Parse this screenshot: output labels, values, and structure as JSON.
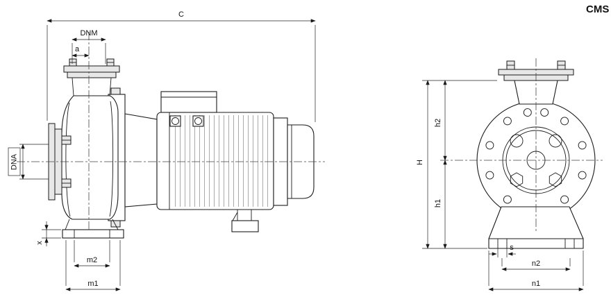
{
  "title": "CMS",
  "colors": {
    "ink": "#1a1a1a",
    "shade": "#e7e7e7",
    "background": "#ffffff"
  },
  "side_view": {
    "dims": {
      "C": "C",
      "DNM": "DNM",
      "a": "a",
      "DNA": "DNA",
      "x": "x",
      "m2": "m2",
      "m1": "m1"
    }
  },
  "end_view": {
    "dims": {
      "h2": "h2",
      "H": "H",
      "h1": "h1",
      "s": "s",
      "n2": "n2",
      "n1": "n1"
    }
  }
}
